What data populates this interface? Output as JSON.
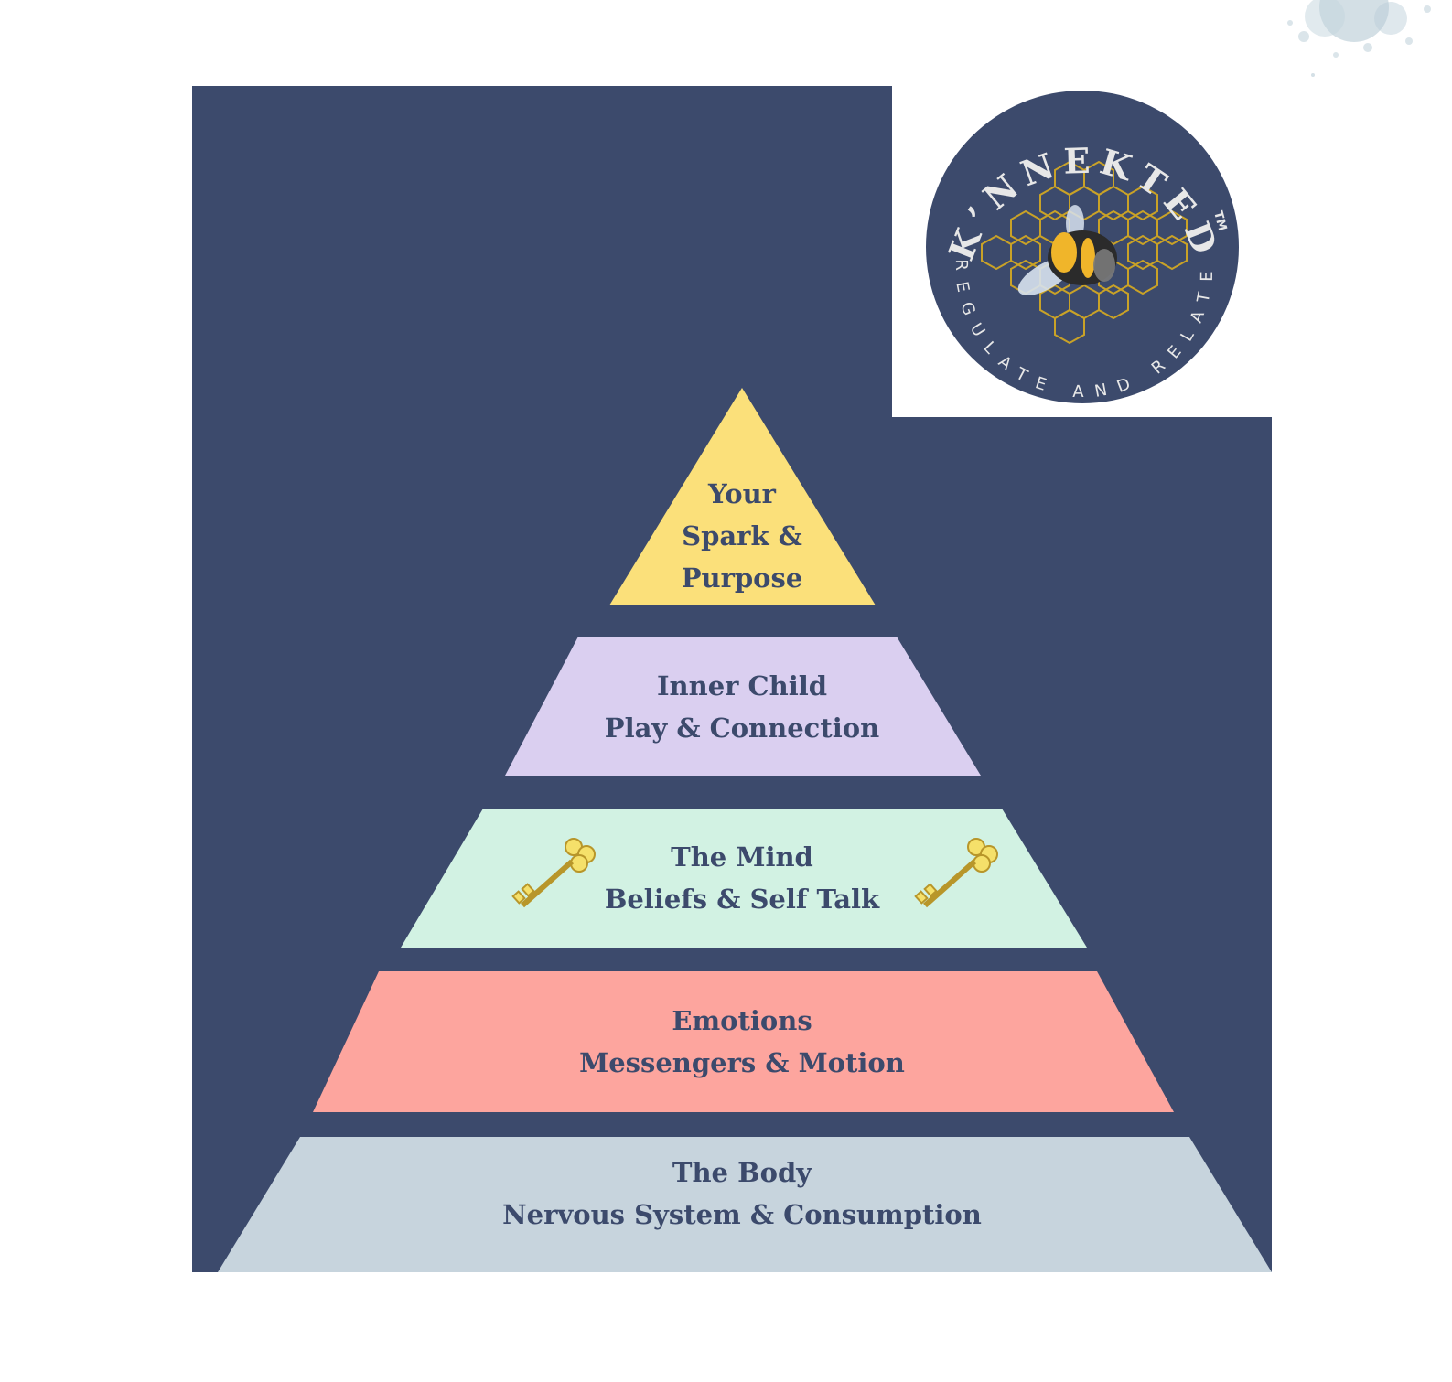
{
  "logo": {
    "brand": "K’NNEKTED",
    "tm": "TM",
    "tagline": "REGULATE AND RELATE",
    "icon": "bumblebee-honeycomb-logo",
    "circle_color": "#3c4a6c",
    "honeycomb_color": "#c9a227"
  },
  "pyramid": {
    "background": "#3c4a6c",
    "tiers": [
      {
        "lines": [
          "Your",
          "Spark &",
          "Purpose"
        ],
        "color": "#fbe07a"
      },
      {
        "lines": [
          "Inner Child",
          "Play & Connection"
        ],
        "color": "#dacff0"
      },
      {
        "lines": [
          "The Mind",
          "Beliefs & Self Talk"
        ],
        "color": "#d2f2e3",
        "icons": [
          "key-icon",
          "key-icon"
        ]
      },
      {
        "lines": [
          "Emotions",
          "Messengers & Motion"
        ],
        "color": "#fda59e"
      },
      {
        "lines": [
          "The Body",
          "Nervous System & Consumption"
        ],
        "color": "#c7d4dd"
      }
    ],
    "text_color": "#3c4a6c"
  }
}
